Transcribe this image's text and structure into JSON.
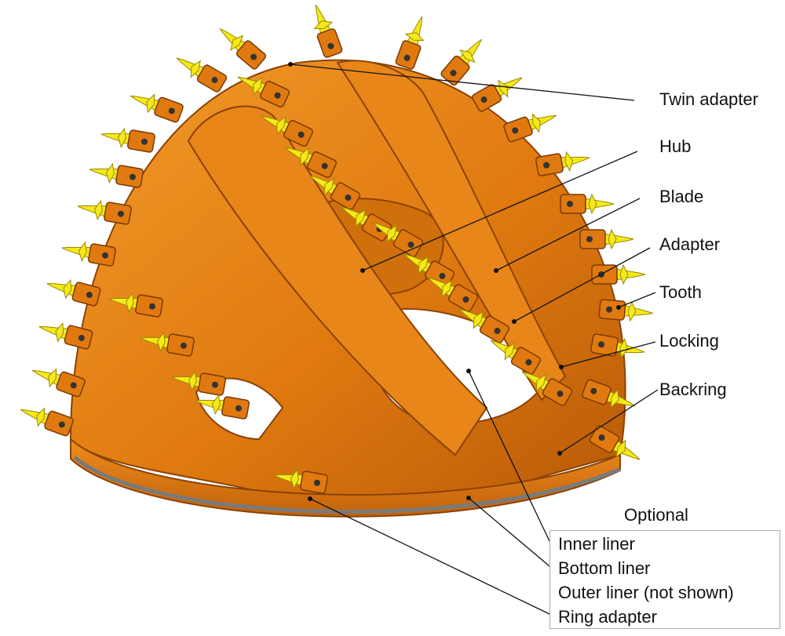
{
  "labels": {
    "twin_adapter": "Twin adapter",
    "hub": "Hub",
    "blade": "Blade",
    "adapter": "Adapter",
    "tooth": "Tooth",
    "locking": "Locking",
    "backring": "Backring"
  },
  "optional": {
    "title": "Optional",
    "items": [
      "Inner liner",
      "Bottom liner",
      "Outer liner (not shown)",
      "Ring adapter"
    ]
  },
  "colors": {
    "body_orange": "#e07a10",
    "body_dark": "#b85a08",
    "tooth_yellow": "#f6e81a",
    "liner_grey": "#8a8a8a",
    "bolt_dark": "#333333"
  }
}
